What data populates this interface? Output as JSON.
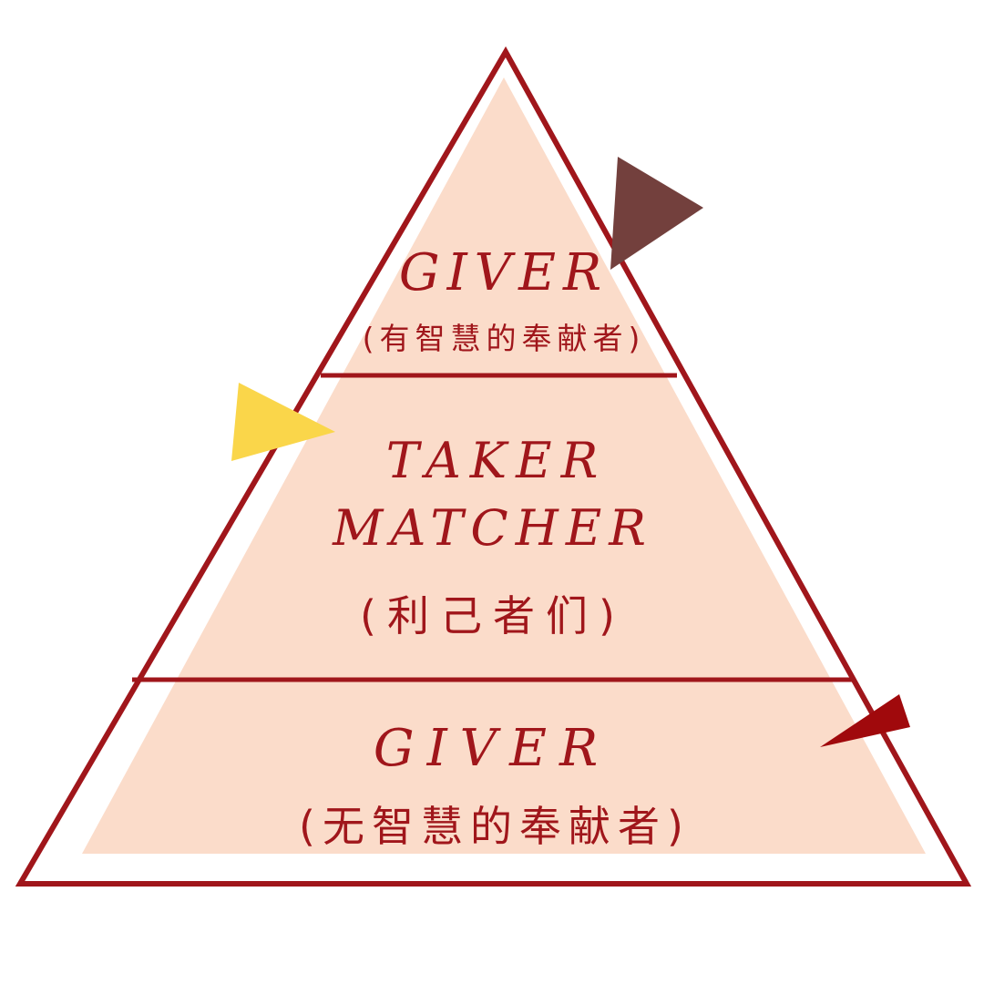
{
  "colors": {
    "outline": "#a0161b",
    "fill": "#fbdcca",
    "text": "#a0161b",
    "pointer_brown": "#73403d",
    "pointer_yellow": "#fad64a",
    "pointer_red": "#a0090c"
  },
  "tiers": {
    "top": {
      "title": "GIVER",
      "subtitle": "(有智慧的奉献者)"
    },
    "middle": {
      "title_line1": "TAKER",
      "title_line2": "MATCHER",
      "subtitle": "(利己者们)"
    },
    "bottom": {
      "title": "GIVER",
      "subtitle": "(无智慧的奉献者)"
    }
  }
}
